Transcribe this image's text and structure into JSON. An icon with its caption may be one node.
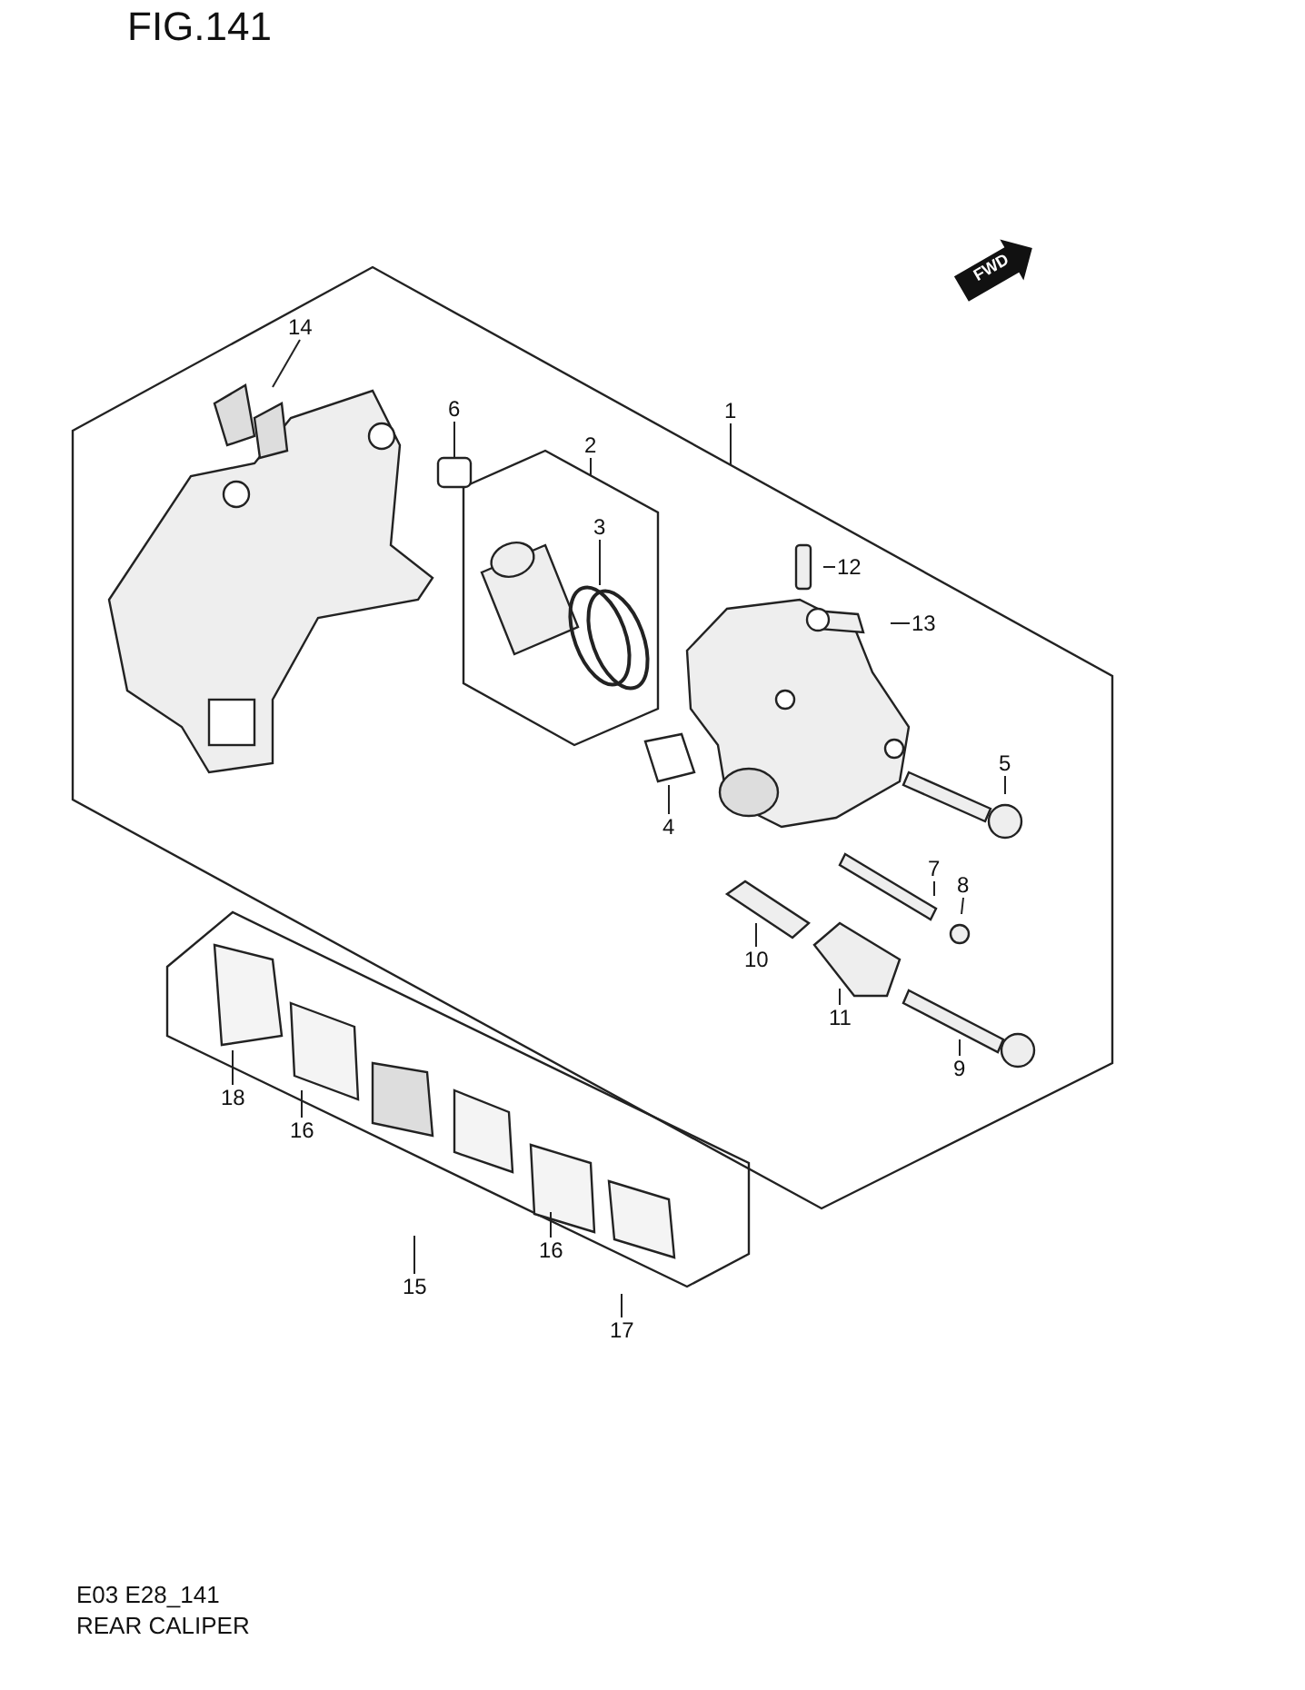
{
  "diagram": {
    "nodes": [
      {
        "text": [
          "14"
        ]
      },
      {
        "text": [
          "6"
        ]
      },
      {
        "text": [
          "2"
        ]
      },
      {
        "text": [
          "1"
        ]
      },
      {
        "text": [
          "3"
        ]
      },
      {
        "text": [
          "12"
        ]
      },
      {
        "text": [
          "13"
        ]
      },
      {
        "text": [
          "5"
        ]
      },
      {
        "text": [
          "4"
        ]
      },
      {
        "text": [
          "7"
        ]
      },
      {
        "text": [
          "8"
        ]
      },
      {
        "text": [
          "10"
        ]
      },
      {
        "text": [
          "11"
        ]
      },
      {
        "text": [
          "9"
        ]
      },
      {
        "text": [
          "18"
        ]
      },
      {
        "text": [
          "16"
        ]
      },
      {
        "text": [
          "16"
        ]
      },
      {
        "text": [
          "15"
        ]
      },
      {
        "text": [
          "17"
        ]
      },
      {
        "text": [],
        "shape": "picture"
      },
      {
        "text": [],
        "shape": "box"
      }
    ],
    "edges": [
      {
        "from": 0,
        "to": 19,
        "arrow": "none"
      },
      {
        "from": 1,
        "to": 20,
        "arrow": "none"
      },
      {
        "from": 2,
        "to": null,
        "arrow": "none"
      },
      {
        "from": 3,
        "to": null,
        "arrow": "none"
      },
      {
        "from": 4,
        "to": null,
        "arrow": "none"
      },
      {
        "from": 5,
        "to": null,
        "arrow": "none"
      },
      {
        "from": 6,
        "to": null,
        "arrow": "none"
      },
      {
        "from": 7,
        "to": null,
        "arrow": "none"
      },
      {
        "from": 8,
        "to": null,
        "arrow": "none"
      },
      {
        "from": 9,
        "to": null,
        "arrow": "none"
      },
      {
        "from": 10,
        "to": null,
        "arrow": "none"
      },
      {
        "from": 11,
        "to": null,
        "arrow": "none"
      },
      {
        "from": 12,
        "to": null,
        "arrow": "none"
      },
      {
        "from": 13,
        "to": null,
        "arrow": "none"
      },
      {
        "from": 14,
        "to": null,
        "arrow": "none"
      },
      {
        "from": 15,
        "to": null,
        "arrow": "none"
      },
      {
        "from": 16,
        "to": null,
        "arrow": "none"
      },
      {
        "from": 17,
        "to": null,
        "arrow": "none"
      },
      {
        "from": 18,
        "to": null,
        "arrow": "none"
      }
    ],
    "labels": [
      "FIG.141",
      "FWD",
      "E03 E28_141",
      "REAR CALIPER"
    ]
  }
}
